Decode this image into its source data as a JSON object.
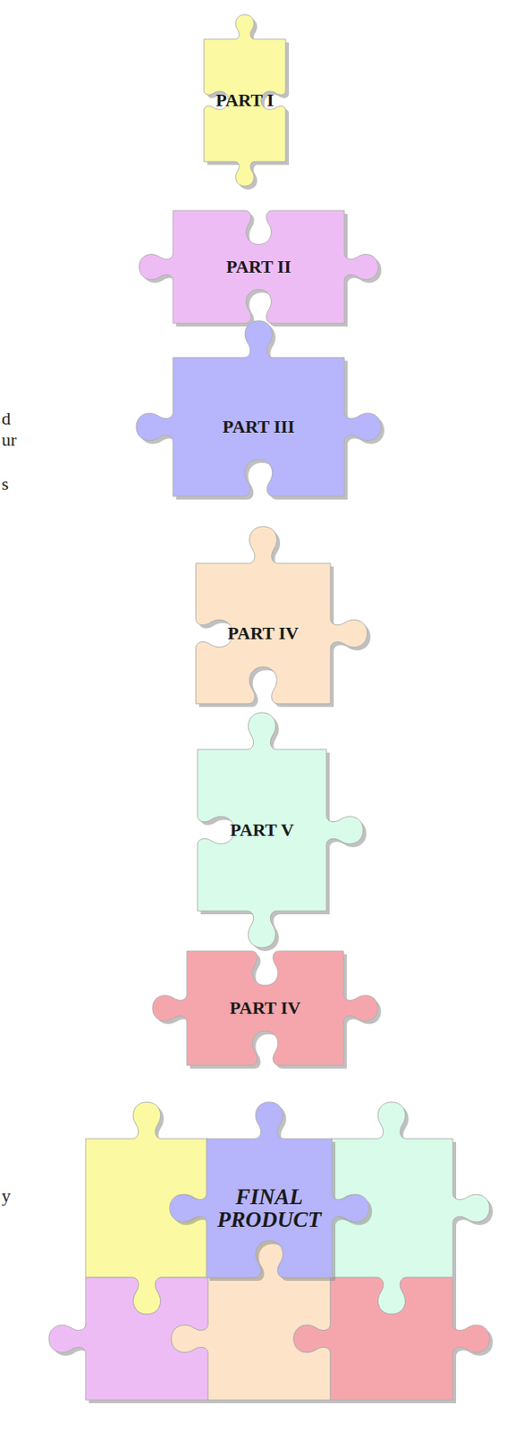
{
  "diagram": {
    "nodes": [
      {
        "text": [
          "PART I"
        ]
      },
      {
        "text": [
          "PART II"
        ]
      },
      {
        "text": [
          "PART III"
        ]
      },
      {
        "text": [
          "PART IV"
        ]
      },
      {
        "text": [
          "PART V"
        ]
      },
      {
        "text": [
          "PART IV"
        ]
      },
      {
        "text": [
          "FINAL PRODUCT"
        ]
      }
    ],
    "labels": [
      "d",
      "ur",
      "s",
      "y"
    ]
  }
}
